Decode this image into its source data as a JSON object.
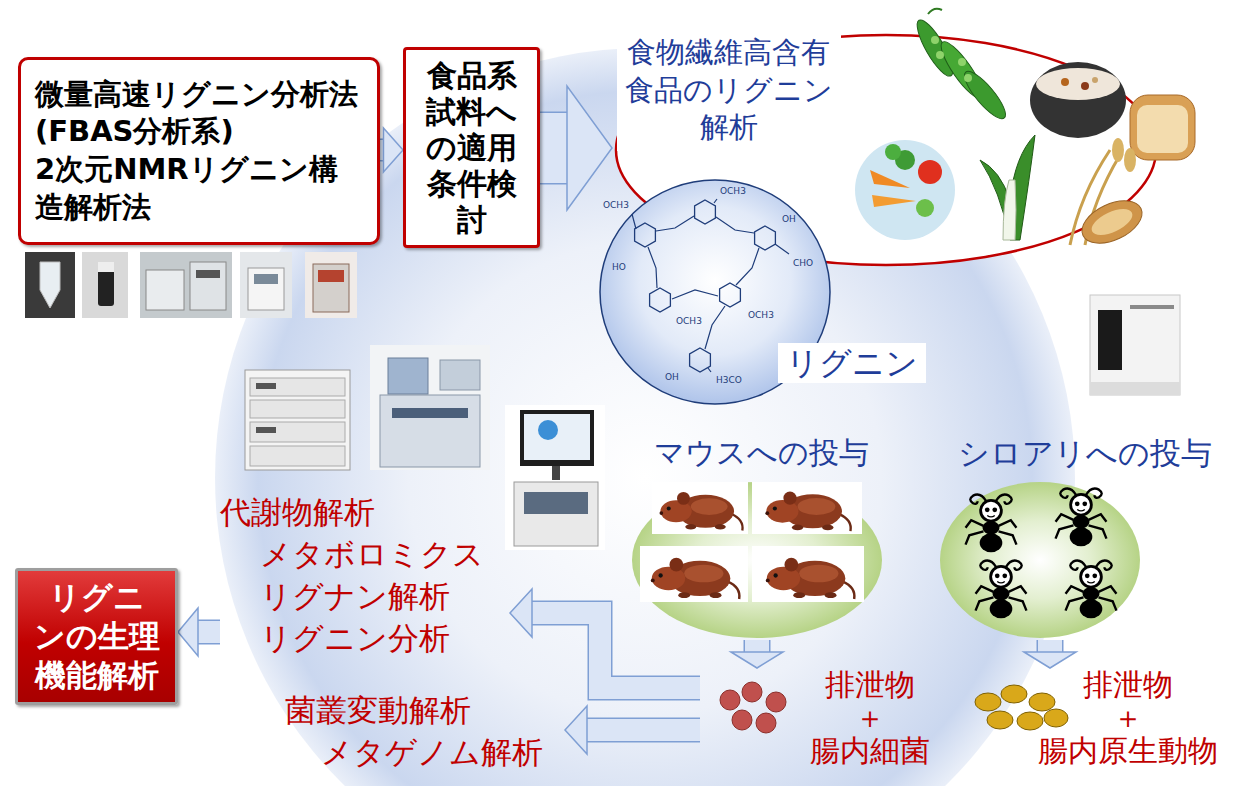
{
  "diagram": {
    "nodes": [
      {
        "text": [
          "微量高速リグニン分析法 (FBAS分析系)",
          "2次元NMRリグニン構造解析法"
        ]
      },
      {
        "text": [
          "食品系試料への適用条件検討"
        ]
      },
      {
        "text": [
          "食物繊維高含有食品のリグニン解析"
        ]
      },
      {
        "text": [
          "リグニン"
        ]
      },
      {
        "text": [
          "マウスへの投与"
        ]
      },
      {
        "text": [
          "シロアリへの投与"
        ]
      },
      {
        "text": [
          "排泄物 ＋ 腸内細菌"
        ]
      },
      {
        "text": [
          "排泄物 ＋ 腸内原生動物"
        ]
      },
      {
        "text": [
          "代謝物解析",
          "メタボロミクス",
          "リグナン解析",
          "リグニン分析"
        ]
      },
      {
        "text": [
          "菌叢変動解析",
          "メタゲノム解析"
        ]
      },
      {
        "text": [
          "リグニンの生理機能解析"
        ]
      }
    ],
    "edges": [
      {
        "from": 0,
        "to": 1,
        "arrow": "to"
      },
      {
        "from": 1,
        "to": 2,
        "arrow": "to"
      },
      {
        "from": 4,
        "to": 6,
        "arrow": "to"
      },
      {
        "from": 5,
        "to": 7,
        "arrow": "to"
      },
      {
        "from": 6,
        "to": 8,
        "arrow": "to"
      },
      {
        "from": 6,
        "to": 9,
        "arrow": "to"
      },
      {
        "from": 8,
        "to": 10,
        "arrow": "to"
      }
    ],
    "labels": [
      "OCH3",
      "HO",
      "OCH3",
      "OH",
      "OCH3",
      "OCH3",
      "OH",
      "H3CO",
      "CHO"
    ]
  }
}
